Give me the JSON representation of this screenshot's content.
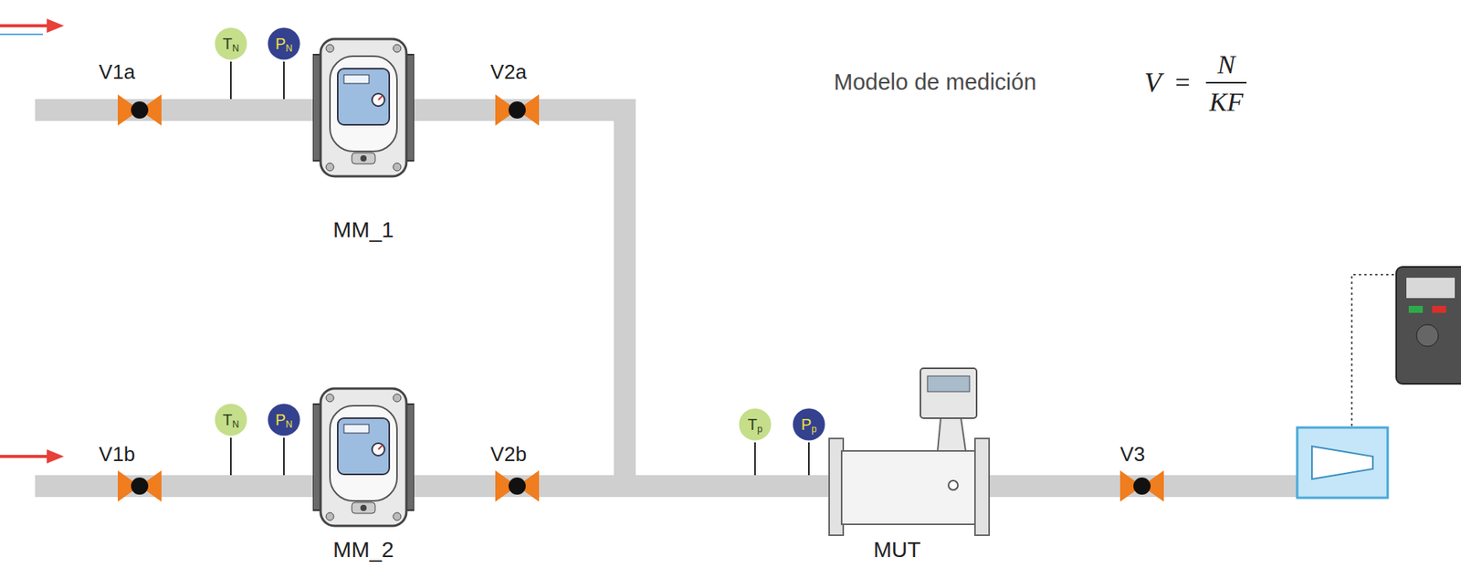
{
  "diagram": {
    "nodes": [
      {
        "text": [
          "T",
          "N"
        ]
      },
      {
        "text": [
          "P",
          "N"
        ]
      },
      {
        "text": [
          "T",
          "N"
        ]
      },
      {
        "text": [
          "P",
          "N"
        ]
      },
      {
        "text": [
          "T",
          "p"
        ]
      },
      {
        "text": [
          "P",
          "p"
        ]
      }
    ],
    "labels": [
      "V1a",
      "MM_1",
      "V2a",
      "V1b",
      "MM_2",
      "V2b",
      "MUT",
      "V3",
      "Modelo de medición",
      "V",
      "=",
      "N",
      "KF"
    ]
  }
}
